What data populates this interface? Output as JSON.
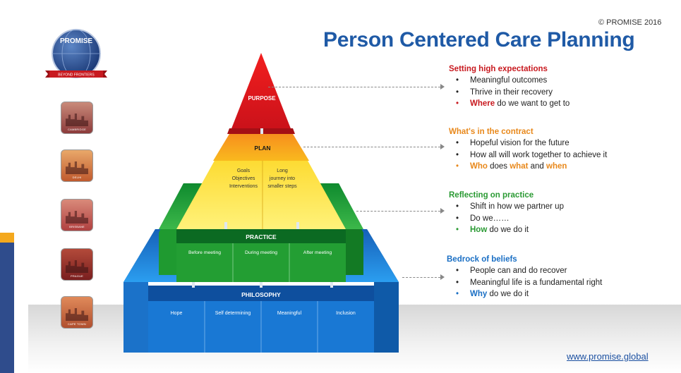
{
  "copyright": "© PROMISE 2016",
  "title": "Person Centered Care Planning",
  "website": "www.promise.global",
  "logo": {
    "name": "PROMISE",
    "banner": "BEYOND FRONTIERS"
  },
  "thumbnails": [
    {
      "caption": "CAMBRIDGE",
      "colors": [
        "#8c3b3b",
        "#c98a7a"
      ]
    },
    {
      "caption": "DELHI",
      "colors": [
        "#c05a2e",
        "#e9a86a"
      ]
    },
    {
      "caption": "BRISBANE",
      "colors": [
        "#b04040",
        "#d98a7a"
      ]
    },
    {
      "caption": "PRAGUE",
      "colors": [
        "#7a1f1f",
        "#b34a3a"
      ]
    },
    {
      "caption": "CAPE TOWN",
      "colors": [
        "#b05030",
        "#e08a5a"
      ]
    }
  ],
  "pyramid": {
    "purpose": {
      "label": "PURPOSE",
      "color": "#e8171d"
    },
    "plan": {
      "label": "PLAN",
      "color": "#f7a21b",
      "cells": [
        {
          "lines": [
            "Goals",
            "Objectives",
            "Interventions"
          ]
        },
        {
          "lines": [
            "Long",
            "journey into",
            "smaller steps"
          ]
        }
      ]
    },
    "practice": {
      "label": "PRACTICE",
      "color": "#2aa532",
      "cells": [
        "Before meeting",
        "During meeting",
        "After meeting"
      ]
    },
    "philosophy": {
      "label": "PHILOSOPHY",
      "color": "#1a8de0",
      "cells": [
        "Hope",
        "Self determining",
        "Meaningful",
        "Inclusion"
      ]
    }
  },
  "sections": [
    {
      "heading": "Setting high expectations",
      "heading_color": "#c8191f",
      "items": [
        {
          "text": "Meaningful outcomes"
        },
        {
          "text": "Thrive in their recovery"
        },
        {
          "kw": "Where",
          "text": " do we want to get to",
          "kw_color": "#c8191f",
          "dot_color": "#c8191f"
        }
      ]
    },
    {
      "heading": "What's in the contract",
      "heading_color": "#e8881b",
      "items": [
        {
          "text": "Hopeful vision for the future"
        },
        {
          "text": "How all will work together to achieve it"
        },
        {
          "kw": "Who",
          "text": " does ",
          "kw2": "what",
          "text2": " and ",
          "kw3": "when",
          "kw_color": "#e8881b",
          "dot_color": "#e8881b"
        }
      ]
    },
    {
      "heading": "Reflecting on practice",
      "heading_color": "#2a9a33",
      "items": [
        {
          "text": "Shift in how we partner up"
        },
        {
          "text": "Do we……"
        },
        {
          "kw": "How",
          "text": " do we do it",
          "kw_color": "#2a9a33",
          "dot_color": "#2a9a33"
        }
      ]
    },
    {
      "heading": "Bedrock of beliefs",
      "heading_color": "#1a6fc4",
      "items": [
        {
          "text": "People can and do recover"
        },
        {
          "text": "Meaningful life is a fundamental right"
        },
        {
          "kw": "Why",
          "text": " do we do it",
          "kw_color": "#1a6fc4",
          "dot_color": "#1a6fc4"
        }
      ]
    }
  ]
}
